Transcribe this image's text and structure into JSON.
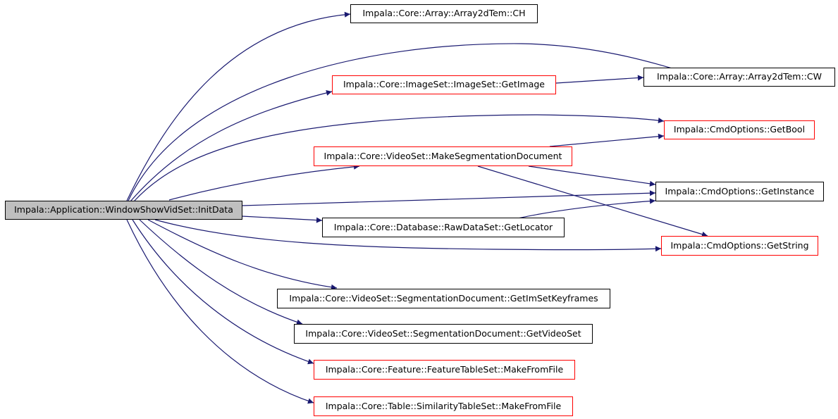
{
  "colors": {
    "edge": "#191970",
    "root_fill": "#bfbfbf",
    "incomplete_border": "#ff0000",
    "normal_border": "#000000"
  },
  "nodes": {
    "root": {
      "label": "Impala::Application::WindowShowVidSet::InitData"
    },
    "ch": {
      "label": "Impala::Core::Array::Array2dTem::CH"
    },
    "cw": {
      "label": "Impala::Core::Array::Array2dTem::CW"
    },
    "getimage": {
      "label": "Impala::Core::ImageSet::ImageSet::GetImage"
    },
    "getbool": {
      "label": "Impala::CmdOptions::GetBool"
    },
    "makeseg": {
      "label": "Impala::Core::VideoSet::MakeSegmentationDocument"
    },
    "getinstance": {
      "label": "Impala::CmdOptions::GetInstance"
    },
    "getlocator": {
      "label": "Impala::Core::Database::RawDataSet::GetLocator"
    },
    "getstring": {
      "label": "Impala::CmdOptions::GetString"
    },
    "keyframes": {
      "label": "Impala::Core::VideoSet::SegmentationDocument::GetImSetKeyframes"
    },
    "getvideoset": {
      "label": "Impala::Core::VideoSet::SegmentationDocument::GetVideoSet"
    },
    "featuretable": {
      "label": "Impala::Core::Feature::FeatureTableSet::MakeFromFile"
    },
    "simtable": {
      "label": "Impala::Core::Table::SimilarityTableSet::MakeFromFile"
    }
  }
}
